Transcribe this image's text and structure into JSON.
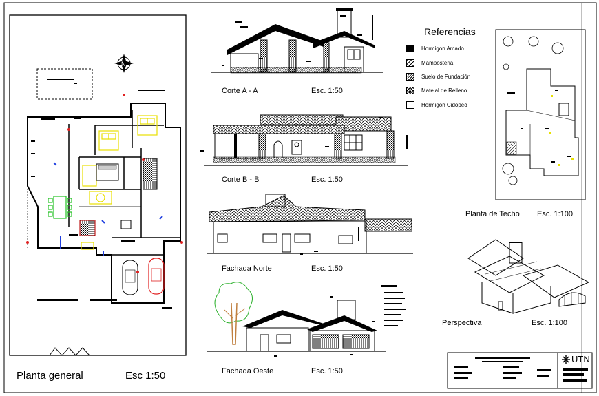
{
  "legend": {
    "title": "Referencias",
    "items": [
      {
        "label": "Hormigon Amado",
        "swatch": "solid"
      },
      {
        "label": "Mamposteria",
        "swatch": "hatch-light"
      },
      {
        "label": "Suelo de Fundación",
        "swatch": "hatch-dense"
      },
      {
        "label": "Mateial de Relleno",
        "swatch": "hatch-cross"
      },
      {
        "label": "Hormigon Cidopeo",
        "swatch": "dots"
      }
    ]
  },
  "views": {
    "corte_a": {
      "title": "Corte A - A",
      "scale": "Esc. 1:50"
    },
    "corte_b": {
      "title": "Corte B - B",
      "scale": "Esc. 1:50"
    },
    "fachada_norte": {
      "title": "Fachada Norte",
      "scale": "Esc. 1:50"
    },
    "fachada_oeste": {
      "title": "Fachada Oeste",
      "scale": "Esc. 1:50"
    },
    "planta_techo": {
      "title": "Planta de Techo",
      "scale": "Esc. 1:100"
    },
    "perspectiva": {
      "title": "Perspectiva",
      "scale": "Esc. 1:100"
    },
    "planta_general": {
      "title": "Planta general",
      "scale": "Esc 1:50"
    }
  },
  "title_block": {
    "logo": "UTN"
  },
  "colors": {
    "furniture_yellow": "#e8e000",
    "furniture_green": "#22c022",
    "car_red": "#e02020",
    "tree_green": "#2ab02a",
    "tree_trunk": "#c08040"
  }
}
